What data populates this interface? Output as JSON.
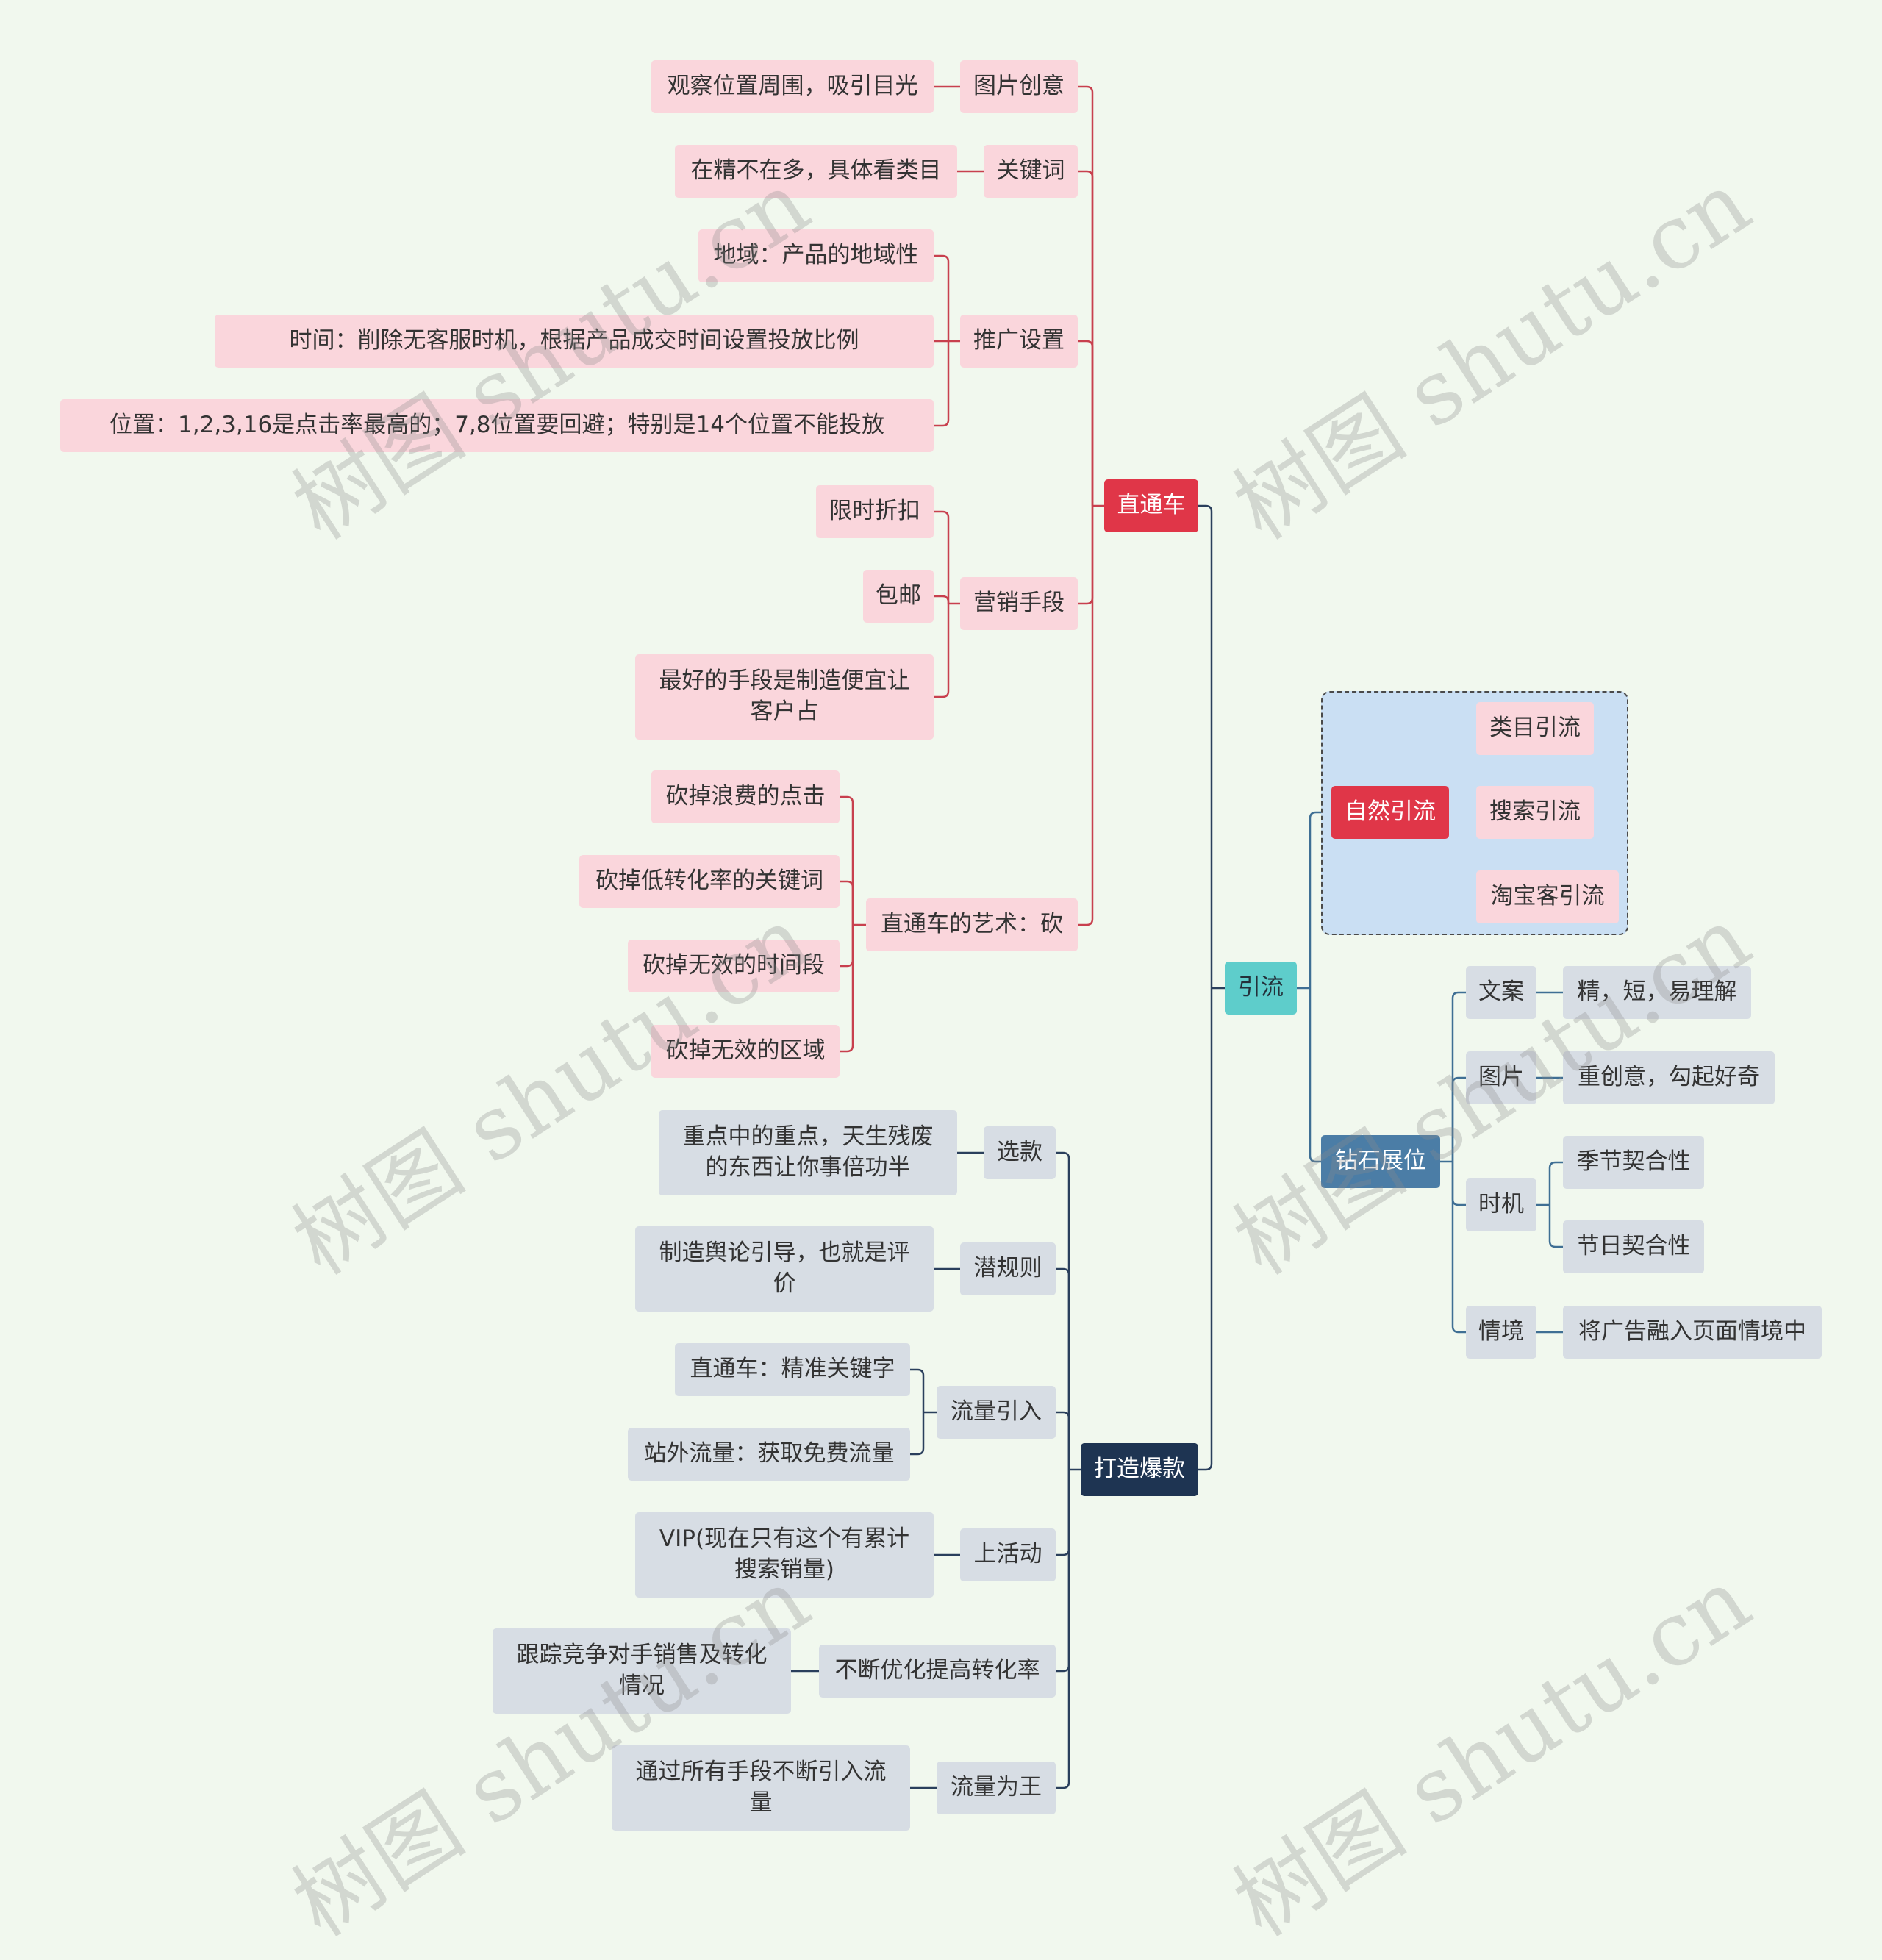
{
  "watermark": "树图 shutu.cn",
  "colors": {
    "background": "#f1f8ee",
    "pink_node": "#fad6dc",
    "gray_node": "#d7dde4",
    "red_topic": "#e03648",
    "navy_topic": "#1e3452",
    "teal_topic": "#5ecdcb",
    "steel_topic": "#4b7da6",
    "boundary_fill": "#cadff3",
    "line_red": "#c8404e",
    "line_navy": "#2a3f5c",
    "line_steel": "#3f6f94"
  },
  "mindmap": {
    "root": "引流",
    "branches": [
      {
        "label": "直通车",
        "children": [
          {
            "label": "图片创意",
            "children": [
              {
                "label": "观察位置周围，吸引目光"
              }
            ]
          },
          {
            "label": "关键词",
            "children": [
              {
                "label": "在精不在多，具体看类目"
              }
            ]
          },
          {
            "label": "推广设置",
            "children": [
              {
                "label": "地域：产品的地域性"
              },
              {
                "label": "时间：削除无客服时机，根据产品成交时间设置投放比例"
              },
              {
                "label": "位置：1,2,3,16是点击率最高的；7,8位置要回避；特别是14个位置不能投放"
              }
            ]
          },
          {
            "label": "营销手段",
            "children": [
              {
                "label": "限时折扣"
              },
              {
                "label": "包邮"
              },
              {
                "label": "最好的手段是制造便宜让客户占"
              }
            ]
          },
          {
            "label": "直通车的艺术：砍",
            "children": [
              {
                "label": "砍掉浪费的点击"
              },
              {
                "label": "砍掉低转化率的关键词"
              },
              {
                "label": "砍掉无效的时间段"
              },
              {
                "label": "砍掉无效的区域"
              }
            ]
          }
        ]
      },
      {
        "label": "打造爆款",
        "children": [
          {
            "label": "选款",
            "children": [
              {
                "label": "重点中的重点，天生残废的东西让你事倍功半"
              }
            ]
          },
          {
            "label": "潜规则",
            "children": [
              {
                "label": "制造舆论引导，也就是评价"
              }
            ]
          },
          {
            "label": "流量引入",
            "children": [
              {
                "label": "直通车：精准关键字"
              },
              {
                "label": "站外流量：获取免费流量"
              }
            ]
          },
          {
            "label": "上活动",
            "children": [
              {
                "label": "VIP(现在只有这个有累计搜索销量)"
              }
            ]
          },
          {
            "label": "不断优化提高转化率",
            "children": [
              {
                "label": "跟踪竞争对手销售及转化情况"
              }
            ]
          },
          {
            "label": "流量为王",
            "children": [
              {
                "label": "通过所有手段不断引入流量"
              }
            ]
          }
        ]
      },
      {
        "label": "自然引流",
        "children": [
          {
            "label": "类目引流"
          },
          {
            "label": "搜索引流"
          },
          {
            "label": "淘宝客引流"
          }
        ]
      },
      {
        "label": "钻石展位",
        "children": [
          {
            "label": "文案",
            "children": [
              {
                "label": "精，短，易理解"
              }
            ]
          },
          {
            "label": "图片",
            "children": [
              {
                "label": "重创意，勾起好奇"
              }
            ]
          },
          {
            "label": "时机",
            "children": [
              {
                "label": "季节契合性"
              },
              {
                "label": "节日契合性"
              }
            ]
          },
          {
            "label": "情境",
            "children": [
              {
                "label": "将广告融入页面情境中"
              }
            ]
          }
        ]
      }
    ]
  }
}
